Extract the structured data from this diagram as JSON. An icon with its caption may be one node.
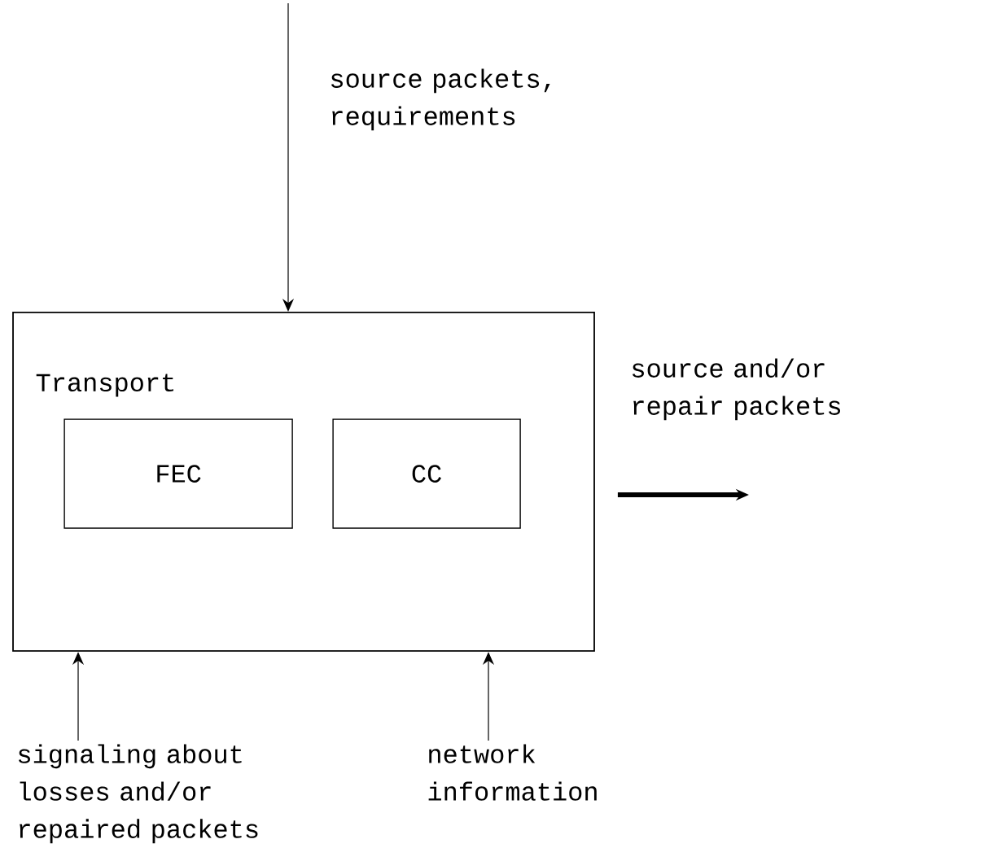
{
  "diagram": {
    "nodes": [
      {
        "text": [
          "Transport"
        ]
      },
      {
        "text": [
          "FEC"
        ],
        "in": 0
      },
      {
        "text": [
          "CC"
        ],
        "in": 0
      },
      {
        "text": [
          "signaling about losses and/or repaired packets"
        ]
      },
      {
        "text": [
          "network information"
        ]
      }
    ],
    "edges": [
      {
        "from": null,
        "to": 0,
        "arrow": "to",
        "label": "source packets, requirements"
      },
      {
        "from": 0,
        "to": null,
        "arrow": "to",
        "label": "source and/or repair packets",
        "style": "thick"
      },
      {
        "from": 3,
        "to": 0,
        "arrow": "to"
      },
      {
        "from": 4,
        "to": 0,
        "arrow": "to"
      }
    ]
  }
}
